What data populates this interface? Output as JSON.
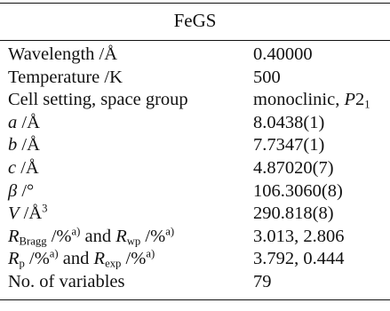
{
  "table": {
    "title": "FeGS",
    "rows": [
      {
        "label": "Wavelength /Å",
        "value": "0.40000"
      },
      {
        "label": "Temperature /K",
        "value": "500"
      },
      {
        "label": "Cell setting, space group",
        "value_prefix": "monoclinic, ",
        "value_italic": "P",
        "value_suffix": "2",
        "value_sub": "1"
      },
      {
        "label_var": "a",
        "label_unit": " /Å",
        "value": "8.0438(1)"
      },
      {
        "label_var": "b",
        "label_unit": " /Å",
        "value": "7.7347(1)"
      },
      {
        "label_var": "c",
        "label_unit": " /Å",
        "value": "4.87020(7)"
      },
      {
        "label_var": "β",
        "label_unit": " /°",
        "value": "106.3060(8)"
      },
      {
        "label_var": "V",
        "label_unit": " /Å",
        "label_sup": "3",
        "value": "290.818(8)"
      },
      {
        "label_r1": "R",
        "label_r1_sub": "Bragg",
        "label_r1_unit": " /%",
        "label_r1_sup": "a)",
        "label_and": " and ",
        "label_r2": "R",
        "label_r2_sub": "wp",
        "label_r2_unit": " /%",
        "label_r2_sup": "a)",
        "value": "3.013, 2.806"
      },
      {
        "label_r1": "R",
        "label_r1_sub": "p",
        "label_r1_unit": " /%",
        "label_r1_sup": "a)",
        "label_and": " and ",
        "label_r2": "R",
        "label_r2_sub": "exp",
        "label_r2_unit": " /%",
        "label_r2_sup": "a)",
        "value": "3.792, 0.444"
      },
      {
        "label": "No. of variables",
        "value": "79"
      }
    ]
  }
}
